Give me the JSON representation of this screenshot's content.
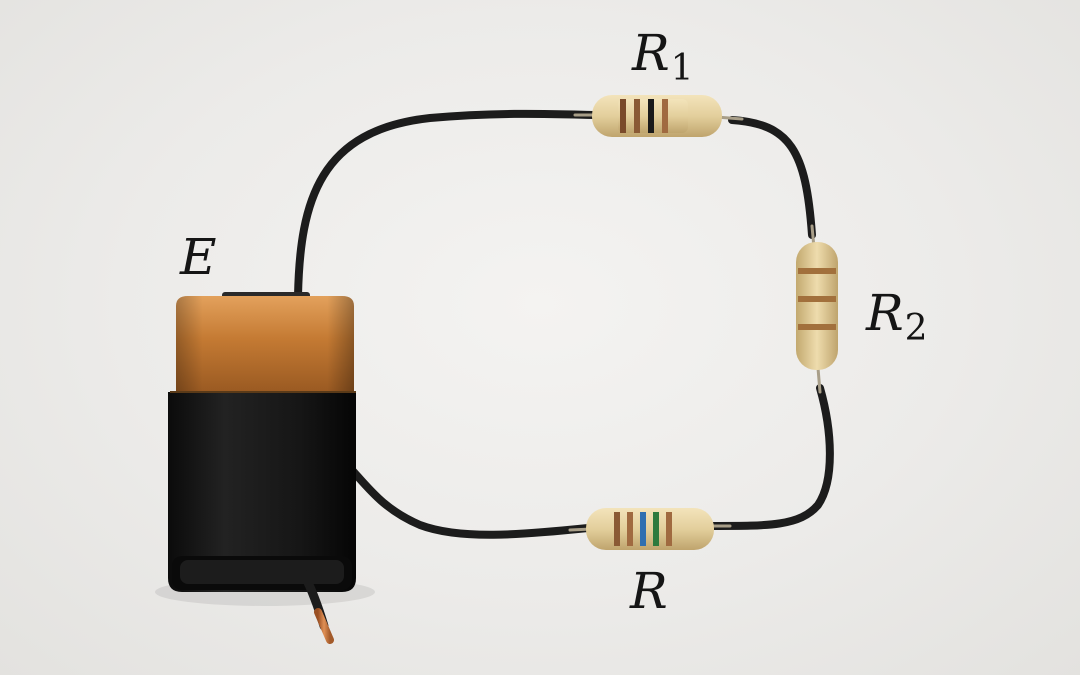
{
  "labels": {
    "battery": {
      "symbol": "E",
      "subscript": ""
    },
    "resistor_top": {
      "symbol": "R",
      "subscript": "1"
    },
    "resistor_right": {
      "symbol": "R",
      "subscript": "2"
    },
    "resistor_bottom": {
      "symbol": "R",
      "subscript": ""
    }
  },
  "colors": {
    "background": "#ecebe9",
    "wire": "#1c1c1c",
    "battery_top": "#c47a33",
    "battery_body": "#141414",
    "resistor_body": "#e3cf9c",
    "copper": "#c8743f"
  },
  "resistor_bands": {
    "top": [
      "#7a4a2a",
      "#8a5a35",
      "#1a1a1a",
      "#a06a40"
    ],
    "right": [
      "#a2703c",
      "#a2703c",
      "#a2703c"
    ],
    "bottom": [
      "#8a5a35",
      "#a06a40",
      "#2f6fb0",
      "#2e7a3e",
      "#a06a40"
    ]
  }
}
